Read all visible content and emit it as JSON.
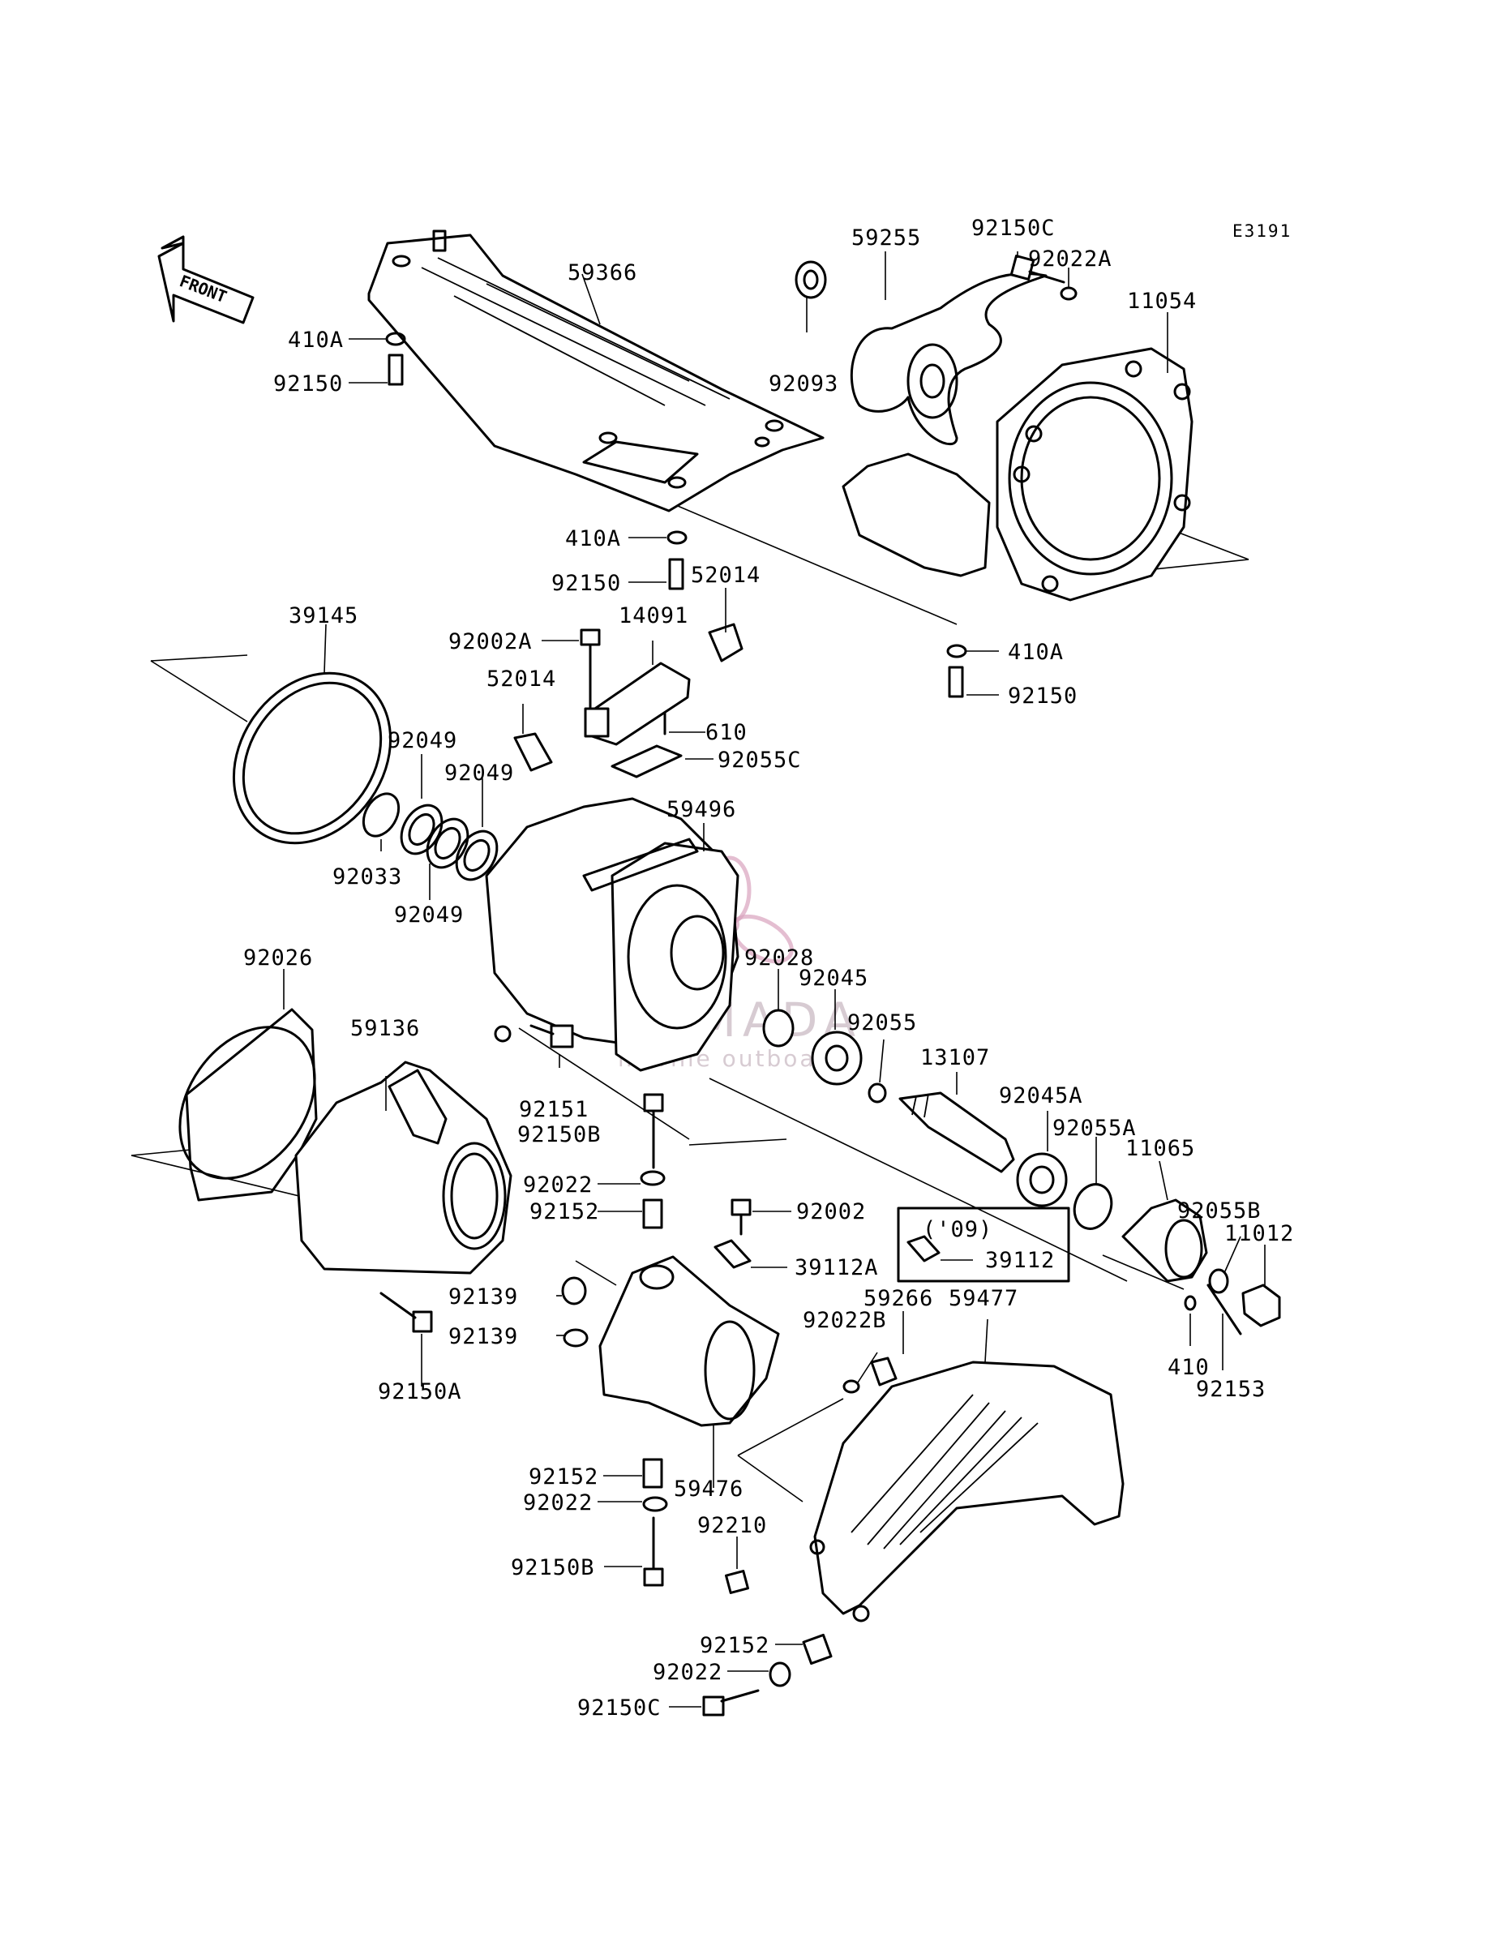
{
  "diagram": {
    "code": "E3191",
    "front_label": "FRONT",
    "year_note": "('09)",
    "watermark": {
      "brand": "ARMADA",
      "tagline": "marine outboards"
    },
    "labels": {
      "59366": "59366",
      "410A_1": "410A",
      "92150_1": "92150",
      "59255": "59255",
      "92150C_1": "92150C",
      "92022A": "92022A",
      "11054": "11054",
      "92093": "92093",
      "410A_2": "410A",
      "92150_2": "92150",
      "52014_1": "52014",
      "39145": "39145",
      "92002A": "92002A",
      "14091": "14091",
      "410A_3": "410A",
      "92150_3": "92150",
      "52014_2": "52014",
      "610": "610",
      "92049_1": "92049",
      "92055C": "92055C",
      "92049_2": "92049",
      "59496": "59496",
      "92033": "92033",
      "92049_3": "92049",
      "92028": "92028",
      "92045": "92045",
      "92026": "92026",
      "92055": "92055",
      "59136": "59136",
      "13107": "13107",
      "92045A": "92045A",
      "92151": "92151",
      "92150B_1": "92150B",
      "92055A": "92055A",
      "11065": "11065",
      "92022_1": "92022",
      "92002": "92002",
      "92152_1": "92152",
      "92055B": "92055B",
      "11012": "11012",
      "39112": "39112",
      "39112A": "39112A",
      "92139_1": "92139",
      "59266": "59266",
      "59477": "59477",
      "92022B": "92022B",
      "92139_2": "92139",
      "410": "410",
      "92150A": "92150A",
      "92153": "92153",
      "92152_2": "92152",
      "59476": "59476",
      "92022_2": "92022",
      "92210": "92210",
      "92150B_2": "92150B",
      "92152_3": "92152",
      "92022_3": "92022",
      "92150C_2": "92150C"
    }
  }
}
